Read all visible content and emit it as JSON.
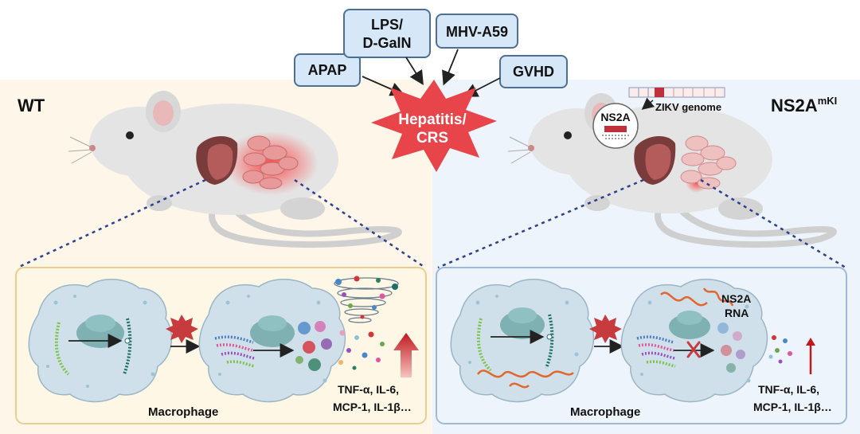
{
  "triggers": {
    "apap": "APAP",
    "lps_line1": "LPS/",
    "lps_line2": "D-GalN",
    "mhv": "MHV-A59",
    "gvhd": "GVHD"
  },
  "center": {
    "line1": "Hepatitis/",
    "line2": "CRS"
  },
  "left_panel": {
    "genotype": "WT",
    "cell_label": "Macrophage",
    "cytokines_line1": "TNF-α, IL-6,",
    "cytokines_line2": "MCP-1, IL-1β…"
  },
  "right_panel": {
    "genotype": "NS2A",
    "genotype_superscript": "mKI",
    "genome_label": "ZIKV genome",
    "protein_label": "NS2A",
    "rna_line1": "NS2A",
    "rna_line2": "RNA",
    "cell_label": "Macrophage",
    "cytokines_line1": "TNF-α, IL-6,",
    "cytokines_line2": "MCP-1, IL-1β…"
  },
  "colors": {
    "left_bg": "#fdf6e9",
    "right_bg": "#eef4fb",
    "burst": "#e8454a",
    "pill_fill": "#d6e7f7",
    "pill_stroke": "#4b6f96",
    "cell_fill": "#cfe0ea",
    "cytokine_arrow": "#c0191d"
  }
}
